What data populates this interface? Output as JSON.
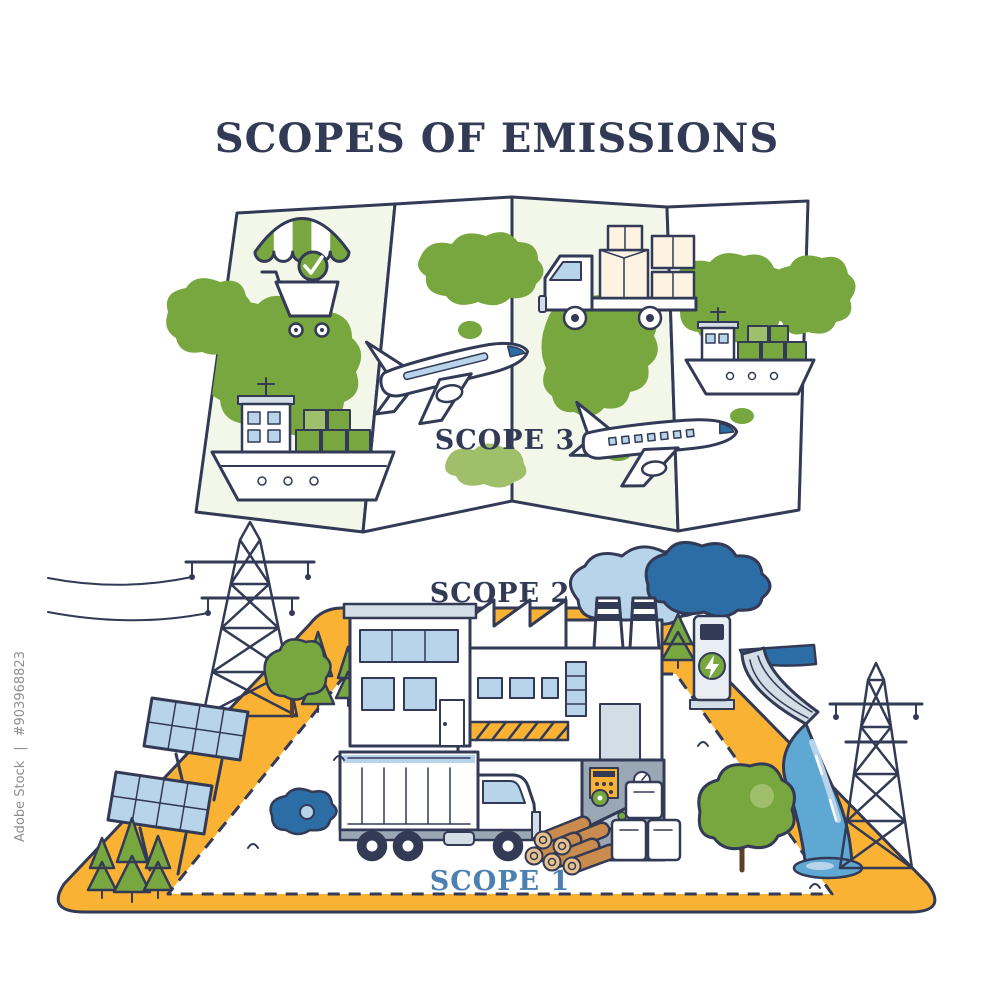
{
  "title": "SCOPES OF EMISSIONS",
  "scopes": {
    "scope3": {
      "label": "SCOPE 3",
      "icons": [
        "storefront-shopping-cart",
        "cargo-airplane",
        "delivery-truck-with-boxes",
        "container-ship",
        "container-ship-large",
        "passenger-airplane",
        "world-map-fold"
      ]
    },
    "scope2": {
      "label": "SCOPE 2",
      "icons": [
        "transmission-tower",
        "solar-panels",
        "pine-trees",
        "round-tree",
        "office-building",
        "factory-smokestacks",
        "smoke-cloud",
        "ev-charging-station",
        "hydroelectric-dam"
      ]
    },
    "scope1": {
      "label": "SCOPE 1",
      "icons": [
        "cargo-truck",
        "industrial-machine",
        "timber-logs",
        "storage-boxes",
        "deciduous-tree"
      ]
    }
  },
  "watermark": {
    "brand": "Adobe Stock",
    "separator": "|",
    "asset_id": "#903968823"
  },
  "colors": {
    "outline": "#333a56",
    "green": "#77a73e",
    "green_light": "#9fbf6a",
    "orange": "#f9b233",
    "blue_dark": "#2d6da6",
    "blue_mid": "#5fa8d3",
    "blue_light": "#b8d4ea",
    "grey_light": "#d3dde6",
    "scope1_label": "#4c80b0",
    "watermark_grey": "#8e8e8e",
    "background": "#ffffff"
  }
}
